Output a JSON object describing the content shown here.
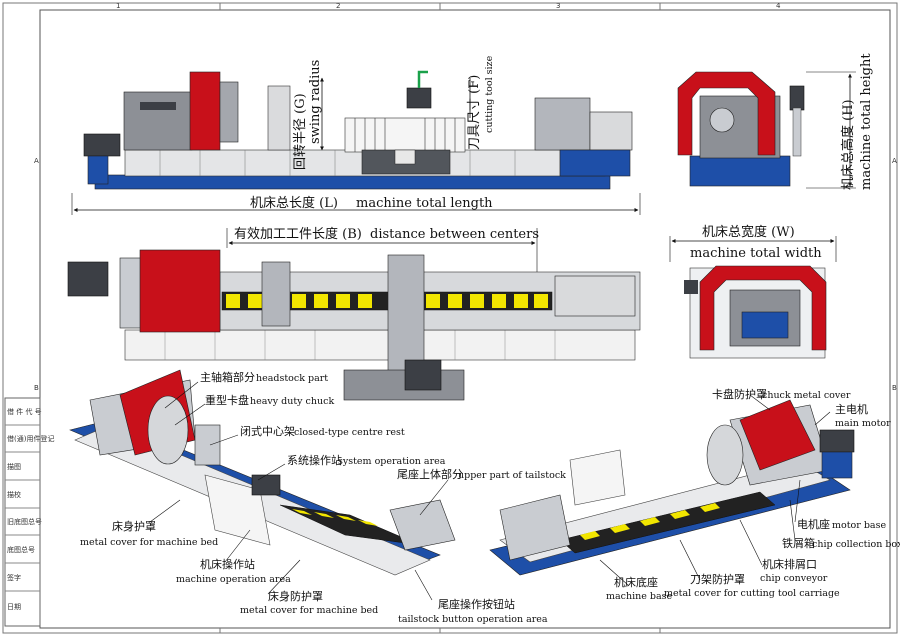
{
  "dimensions": {
    "swing_radius_cn": "回转半径 (G)",
    "swing_radius_en": "swing radius",
    "cutting_tool_cn": "刀具尺寸 (F)",
    "cutting_tool_en": "cutting tool size",
    "total_length_cn": "机床总长度 (L)",
    "total_length_en": "machine total length",
    "total_height_cn": "机床总高度 (H)",
    "total_height_en": "machine total height",
    "distance_centers_cn": "有效加工工件长度 (B)",
    "distance_centers_en": "distance between centers",
    "total_width_cn": "机床总宽度 (W)",
    "total_width_en": "machine total width"
  },
  "callouts": {
    "headstock_cn": "主轴箱部分",
    "headstock_en": "headstock part",
    "chuck_cn": "重型卡盘",
    "chuck_en": "heavy duty chuck",
    "centre_rest_cn": "闭式中心架",
    "centre_rest_en": "closed-type centre rest",
    "system_op_cn": "系统操作站",
    "system_op_en": "system operation area",
    "tailstock_upper_cn": "尾座上体部分",
    "tailstock_upper_en": "upper part of tailstock",
    "bed_cover1_cn": "床身护罩",
    "bed_cover1_en": "metal cover for machine bed",
    "machine_op_cn": "机床操作站",
    "machine_op_en": "machine operation area",
    "bed_cover2_cn": "床身防护罩",
    "bed_cover2_en": "metal cover for machine bed",
    "tailstock_btn_cn": "尾座操作按钮站",
    "tailstock_btn_en": "tailstock button operation area",
    "chuck_cover_cn": "卡盘防护罩",
    "chuck_cover_en": "chuck metal cover",
    "main_motor_cn": "主电机",
    "main_motor_en": "main motor",
    "motor_base_cn": "电机座",
    "motor_base_en": "motor base",
    "chip_box_cn": "铁屑箱",
    "chip_box_en": "chip collection box",
    "chip_conveyor_cn": "机床排屑口",
    "chip_conveyor_en": "chip conveyor",
    "tool_carriage_cn": "刀架防护罩",
    "tool_carriage_en": "metal cover for cutting tool carriage",
    "machine_base_cn": "机床底座",
    "machine_base_en": "machine base"
  },
  "frame": {
    "col_marks": [
      "1",
      "2",
      "3",
      "4"
    ],
    "row_marks": [
      "A",
      "B"
    ],
    "side_labels": [
      "借 件 代 号",
      "借(通)用件登记",
      "描图",
      "描校",
      "旧底图总号",
      "底图总号",
      "签字",
      "日期"
    ]
  },
  "colors": {
    "red": "#c8101a",
    "blue": "#1e4fa8",
    "yellow": "#f2e600",
    "steel": "#c9ccd1",
    "dark": "#55585e"
  }
}
